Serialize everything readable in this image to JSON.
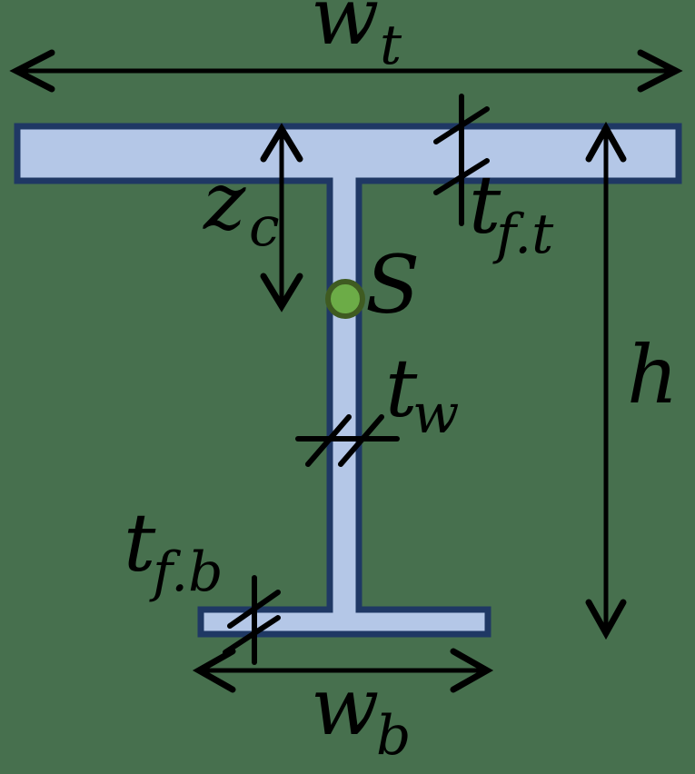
{
  "figure": {
    "title": "I-beam cross-section dimension diagram",
    "colors": {
      "background": "#47704E",
      "section_fill": "#B4C7E7",
      "section_outline": "#1F3864",
      "centroid_fill": "#6CAC47",
      "centroid_outline": "#3F5B21",
      "annotation": "#000000"
    },
    "labels": {
      "top_flange_width": {
        "main": "w",
        "sub": "t"
      },
      "centroid_depth": {
        "main": "z",
        "sub": "c"
      },
      "top_flange_thickness": {
        "main": "t",
        "sub": "f.t"
      },
      "centroid_point": {
        "main": "S",
        "sub": ""
      },
      "web_thickness": {
        "main": "t",
        "sub": "w"
      },
      "section_height": {
        "main": "h",
        "sub": ""
      },
      "bottom_flange_thickness": {
        "main": "t",
        "sub": "f.b"
      },
      "bottom_flange_width": {
        "main": "w",
        "sub": "b"
      }
    }
  }
}
